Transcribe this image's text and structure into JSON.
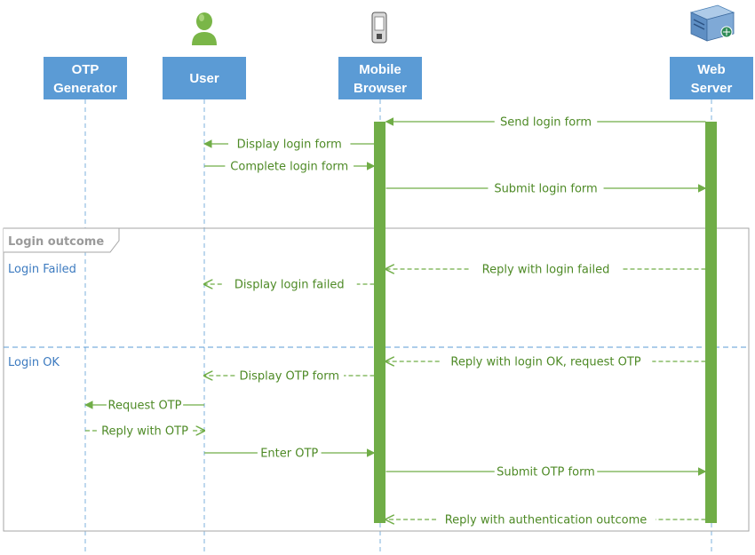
{
  "colors": {
    "lane_box": "#5b9bd5",
    "lifeline": "#7db0de",
    "arrow": "#70ad47",
    "message_text": "#4e8a26",
    "activation": "#70ad47",
    "frame_border": "#a6a6a6",
    "condition_text": "#3d7bc0"
  },
  "participants": [
    {
      "id": "otp",
      "lines": [
        "OTP",
        "Generator"
      ],
      "icon": null
    },
    {
      "id": "user",
      "lines": [
        "User"
      ],
      "icon": "person-icon"
    },
    {
      "id": "browser",
      "lines": [
        "Mobile",
        "Browser"
      ],
      "icon": "mobile-phone-icon"
    },
    {
      "id": "server",
      "lines": [
        "Web",
        "Server"
      ],
      "icon": "server-icon"
    }
  ],
  "fragment": {
    "title": "Login outcome",
    "conditions": [
      "Login Failed",
      "Login OK"
    ]
  },
  "messages": [
    {
      "from": "server",
      "to": "browser",
      "label": "Send login form",
      "style": "solid"
    },
    {
      "from": "browser",
      "to": "user",
      "label": "Display login form",
      "style": "solid"
    },
    {
      "from": "user",
      "to": "browser",
      "label": "Complete login form",
      "style": "solid"
    },
    {
      "from": "browser",
      "to": "server",
      "label": "Submit login form",
      "style": "solid"
    },
    {
      "from": "server",
      "to": "browser",
      "label": "Reply with login failed",
      "style": "dashed"
    },
    {
      "from": "browser",
      "to": "user",
      "label": "Display login failed",
      "style": "dashed"
    },
    {
      "from": "server",
      "to": "browser",
      "label": "Reply with login OK, request OTP",
      "style": "dashed"
    },
    {
      "from": "browser",
      "to": "user",
      "label": "Display OTP form",
      "style": "dashed"
    },
    {
      "from": "user",
      "to": "otp",
      "label": "Request OTP",
      "style": "solid"
    },
    {
      "from": "otp",
      "to": "user",
      "label": "Reply with OTP",
      "style": "dashed"
    },
    {
      "from": "user",
      "to": "browser",
      "label": "Enter OTP",
      "style": "solid"
    },
    {
      "from": "browser",
      "to": "server",
      "label": "Submit OTP form",
      "style": "solid"
    },
    {
      "from": "server",
      "to": "browser",
      "label": "Reply with authentication outcome",
      "style": "dashed"
    }
  ]
}
